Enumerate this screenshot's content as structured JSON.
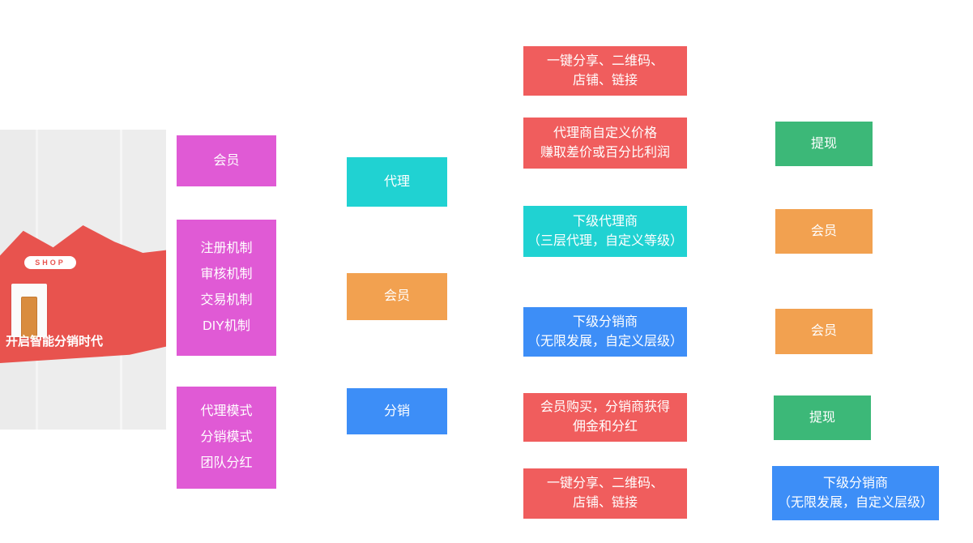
{
  "colors": {
    "pink": "#e05ad5",
    "cyan": "#20d2d2",
    "orange": "#f2a150",
    "blue": "#3d8ef7",
    "red": "#f05d5d",
    "green": "#3cb878",
    "roof_red": "#e8534e"
  },
  "illustration": {
    "shop_sign": "SHOP",
    "headline": "开启智能分销时代"
  },
  "membership": {
    "member": "会员",
    "mechanisms": [
      "注册机制",
      "审核机制",
      "交易机制",
      "DIY机制"
    ],
    "modes": [
      "代理模式",
      "分销模式",
      "团队分红"
    ]
  },
  "roles": {
    "agent": "代理",
    "member": "会员",
    "distribution": "分销"
  },
  "flows": {
    "share_top": [
      "一键分享、二维码、",
      "店铺、链接"
    ],
    "agent_pricing": [
      "代理商自定义价格",
      "赚取差价或百分比利润"
    ],
    "sub_agents": [
      "下级代理商",
      "（三层代理，自定义等级）"
    ],
    "sub_distributors": [
      "下级分销商",
      "（无限发展，自定义层级）"
    ],
    "member_purchase": [
      "会员购买，分销商获得",
      "佣金和分红"
    ],
    "share_bottom": [
      "一键分享、二维码、",
      "店铺、链接"
    ]
  },
  "outcomes": {
    "withdraw_top": "提现",
    "member_top": "会员",
    "member_mid": "会员",
    "withdraw_bottom": "提现",
    "sub_distributors": [
      "下级分销商",
      "（无限发展，自定义层级）"
    ]
  }
}
